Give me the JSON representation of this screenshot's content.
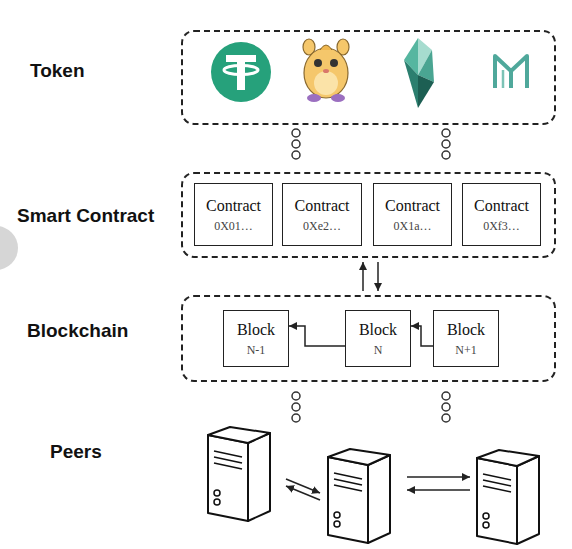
{
  "diagram": {
    "nodes": [
      {
        "text": [
          "Token"
        ]
      },
      {
        "text": [
          "Smart Contract"
        ]
      },
      {
        "text": [
          "Contract",
          "0X01…"
        ],
        "in": 1
      },
      {
        "text": [
          "Contract",
          "0Xe2…"
        ],
        "in": 1
      },
      {
        "text": [
          "Contract",
          "0X1a…"
        ],
        "in": 1
      },
      {
        "text": [
          "Contract",
          "0Xf3…"
        ],
        "in": 1
      },
      {
        "text": [
          "Blockchain"
        ]
      },
      {
        "text": [
          "Block",
          "N-1"
        ],
        "in": 6
      },
      {
        "text": [
          "Block",
          "N"
        ],
        "in": 6
      },
      {
        "text": [
          "Block",
          "N+1"
        ],
        "in": 6
      }
    ],
    "edges": [
      {
        "from": 8,
        "to": 7,
        "arrow": "to"
      },
      {
        "from": 9,
        "to": 8,
        "arrow": "to"
      },
      {
        "from": 6,
        "to": 1,
        "arrow": "to"
      },
      {
        "from": 1,
        "to": 6,
        "arrow": "to"
      }
    ],
    "labels": [
      "Peers"
    ]
  }
}
